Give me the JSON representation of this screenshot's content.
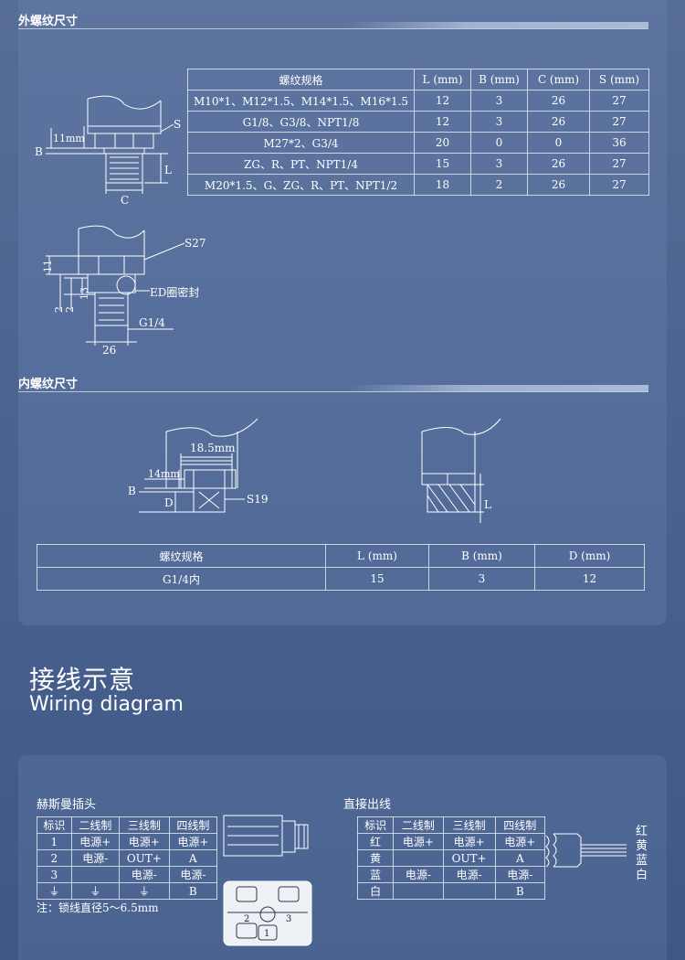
{
  "external": {
    "title": "外螺纹尺寸",
    "table": {
      "headers": [
        "螺纹规格",
        "L (mm)",
        "B (mm)",
        "C (mm)",
        "S (mm)"
      ],
      "rows": [
        [
          "M10*1、M12*1.5、M14*1.5、M16*1.5",
          "12",
          "3",
          "26",
          "27"
        ],
        [
          "G1/8、G3/8、NPT1/8",
          "12",
          "3",
          "26",
          "27"
        ],
        [
          "M27*2、G3/4",
          "20",
          "0",
          "0",
          "36"
        ],
        [
          "ZG、R、PT、NPT1/4",
          "15",
          "3",
          "26",
          "27"
        ],
        [
          "M20*1.5、G、ZG、R、PT、NPT1/2",
          "18",
          "2",
          "26",
          "27"
        ]
      ]
    },
    "drawing1": {
      "s": "S",
      "b": "B",
      "b_dim": "11mm",
      "l": "L",
      "c": "C"
    },
    "drawing2": {
      "s": "S27",
      "d11": "11",
      "d2a": "2",
      "d2b": "2",
      "d13": "13",
      "seal": "ED圈密封",
      "thread": "G1/4",
      "width": "26"
    }
  },
  "internal": {
    "title": "内螺纹尺寸",
    "drawing1": {
      "top": "18.5mm",
      "mid": "14mm",
      "b": "B",
      "d": "D",
      "s": "S19"
    },
    "drawing2": {
      "l": "L"
    },
    "table": {
      "headers": [
        "螺纹规格",
        "L (mm)",
        "B (mm)",
        "D (mm)"
      ],
      "rows": [
        [
          "G1/4内",
          "15",
          "3",
          "12"
        ]
      ]
    }
  },
  "wiring": {
    "title_cn": "接线示意",
    "title_en": "Wiring diagram",
    "hirschmann": {
      "title": "赫斯曼插头",
      "headers": [
        "标识",
        "二线制",
        "三线制",
        "四线制"
      ],
      "rows": [
        [
          "1",
          "电源+",
          "电源+",
          "电源+"
        ],
        [
          "2",
          "电源-",
          "OUT+",
          "A"
        ],
        [
          "3",
          "",
          "电源-",
          "电源-"
        ],
        [
          "⏚",
          "⏚",
          "⏚",
          "B"
        ]
      ],
      "note": "注：锁线直径5～6.5mm",
      "pins": [
        "2",
        "3",
        "1"
      ]
    },
    "direct": {
      "title": "直接出线",
      "headers": [
        "标识",
        "二线制",
        "三线制",
        "四线制"
      ],
      "rows": [
        [
          "红",
          "电源+",
          "电源+",
          "电源+"
        ],
        [
          "黄",
          "",
          "OUT+",
          "A"
        ],
        [
          "蓝",
          "电源-",
          "电源-",
          "电源-"
        ],
        [
          "白",
          "",
          "",
          "B"
        ]
      ],
      "wire_colors": [
        "红",
        "黄",
        "蓝",
        "白"
      ]
    }
  }
}
